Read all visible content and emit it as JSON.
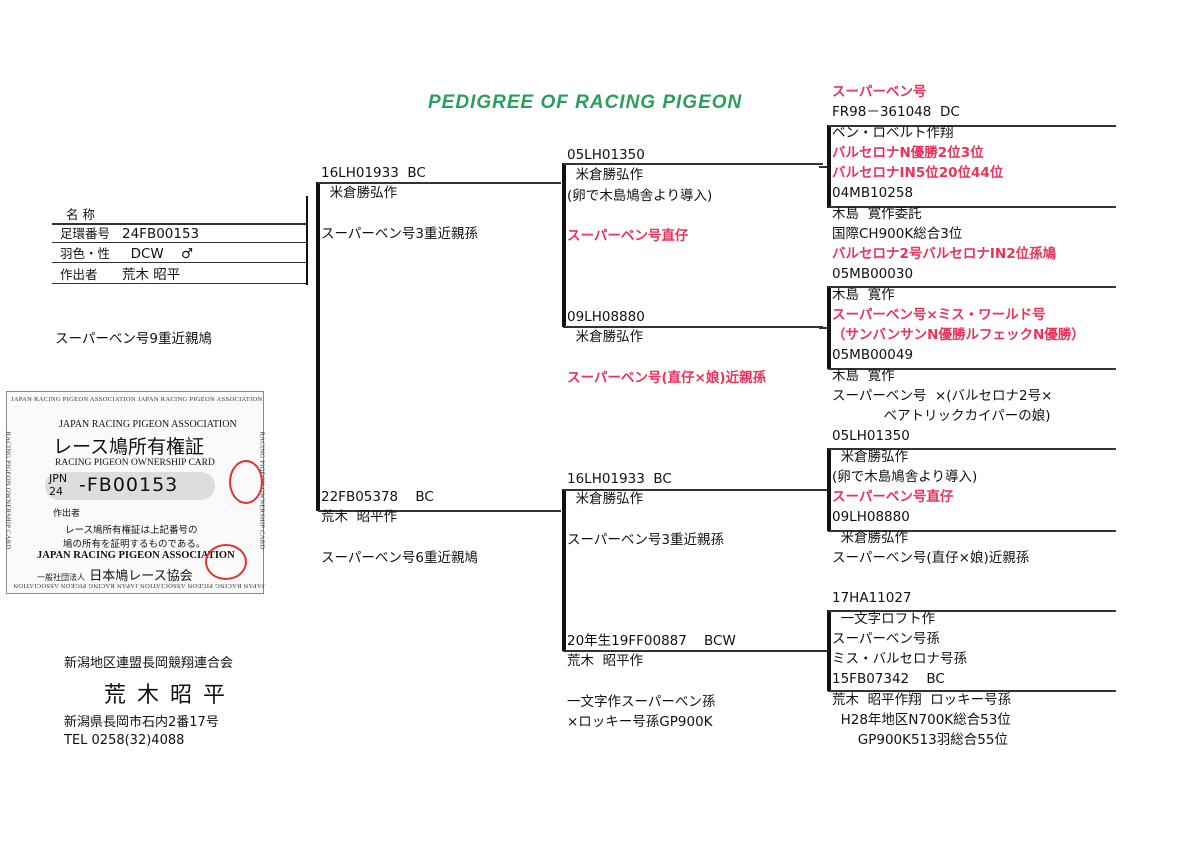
{
  "title": "PEDIGREE OF RACING PIGEON",
  "subject": {
    "name_label": "名 称",
    "ring_label": "足環番号",
    "ring_value": "24FB00153",
    "color_sex_label": "羽色・性",
    "color_value": "DCW",
    "sex_value": "♂",
    "breeder_label": "作出者",
    "breeder_value": "荒木 昭平",
    "note": "スーパーベン号9重近親鳩"
  },
  "card": {
    "edge_top": "JAPAN RACING PIGEON ASSOCIATION JAPAN RACING PIGEON ASSOCIATION",
    "edge_side": "RACING PIGEON OWNERSHIP CARD",
    "assoc_en": "JAPAN RACING PIGEON ASSOCIATION",
    "title_jp": "レース鳩所有権証",
    "title_en": "RACING PIGEON OWNERSHIP CARD",
    "country": "JPN",
    "year": "24",
    "number": "-FB00153",
    "breeder_label": "作出者",
    "statement_1": "レース鳩所有権証は上記番号の",
    "statement_2": "鳩の所有を証明するものである。",
    "footer_en": "JAPAN RACING PIGEON ASSOCIATION",
    "footer_jp_prefix": "一般社団法人",
    "footer_jp": "日本鳩レース協会"
  },
  "owner": {
    "club": "新潟地区連盟長岡競翔連合会",
    "name": "荒 木 昭 平",
    "address": "新潟県長岡市石内2番17号",
    "tel": "TEL 0258(32)4088"
  },
  "gen1": {
    "lines": [
      {
        "t": "16LH01933  BC"
      },
      {
        "t": "  米倉勝弘作"
      },
      {
        "t": ""
      },
      {
        "t": "スーパーベン号3重近親孫"
      },
      {
        "t": ""
      },
      {
        "t": ""
      },
      {
        "t": ""
      },
      {
        "t": ""
      },
      {
        "t": ""
      },
      {
        "t": ""
      },
      {
        "t": ""
      },
      {
        "t": ""
      },
      {
        "t": ""
      },
      {
        "t": ""
      },
      {
        "t": ""
      },
      {
        "t": ""
      },
      {
        "t": "22FB05378    BC"
      },
      {
        "t": "荒木  昭平作"
      },
      {
        "t": ""
      },
      {
        "t": "スーパーベン号6重近親鳩"
      }
    ]
  },
  "gen2": {
    "lines": [
      {
        "t": "05LH01350"
      },
      {
        "t": "  米倉勝弘作"
      },
      {
        "t": "(卵で木島鳩舎より導入)"
      },
      {
        "t": ""
      },
      {
        "t": "スーパーベン号直仔",
        "red": true
      },
      {
        "t": ""
      },
      {
        "t": ""
      },
      {
        "t": ""
      },
      {
        "t": "09LH08880"
      },
      {
        "t": "  米倉勝弘作"
      },
      {
        "t": ""
      },
      {
        "t": "スーパーベン号(直仔×娘)近親孫",
        "red": true
      },
      {
        "t": ""
      },
      {
        "t": ""
      },
      {
        "t": ""
      },
      {
        "t": ""
      },
      {
        "t": "16LH01933  BC"
      },
      {
        "t": "  米倉勝弘作"
      },
      {
        "t": ""
      },
      {
        "t": "スーパーベン号3重近親孫"
      },
      {
        "t": ""
      },
      {
        "t": ""
      },
      {
        "t": ""
      },
      {
        "t": ""
      },
      {
        "t": "20年生19FF00887    BCW"
      },
      {
        "t": "荒木  昭平作"
      },
      {
        "t": ""
      },
      {
        "t": "一文字作スーパーベン孫"
      },
      {
        "t": "×ロッキー号孫GP900K"
      }
    ]
  },
  "gen3": {
    "lines": [
      {
        "t": "スーパーベン号",
        "red": true
      },
      {
        "t": "FR98－361048  DC"
      },
      {
        "t": "ベン・ロベルト作翔"
      },
      {
        "t": "バルセロナN優勝2位3位",
        "red": true
      },
      {
        "t": "バルセロナIN5位20位44位",
        "red": true
      },
      {
        "t": "04MB10258"
      },
      {
        "t": "木島  寛作委託"
      },
      {
        "t": "国際CH900K総合3位"
      },
      {
        "t": "バルセロナ2号バルセロナIN2位孫鳩",
        "red": true
      },
      {
        "t": "05MB00030"
      },
      {
        "t": "木島  寛作"
      },
      {
        "t": "スーパーベン号×ミス・ワールド号",
        "red": true
      },
      {
        "t": "（サンバンサンN優勝ルフェックN優勝）",
        "red": true
      },
      {
        "t": "05MB00049"
      },
      {
        "t": "木島  寛作"
      },
      {
        "t": "スーパーベン号  ×(バルセロナ2号×"
      },
      {
        "t": "            ベアトリックカイパーの娘)"
      },
      {
        "t": "05LH01350"
      },
      {
        "t": "  米倉勝弘作"
      },
      {
        "t": "(卵で木島鳩舎より導入)"
      },
      {
        "t": "スーパーベン号直仔",
        "red": true
      },
      {
        "t": "09LH08880"
      },
      {
        "t": "  米倉勝弘作"
      },
      {
        "t": "スーパーベン号(直仔×娘)近親孫"
      },
      {
        "t": ""
      },
      {
        "t": "17HA11027"
      },
      {
        "t": "  一文字ロフト作"
      },
      {
        "t": "スーパーベン号孫"
      },
      {
        "t": "ミス・バルセロナ号孫"
      },
      {
        "t": "15FB07342    BC"
      },
      {
        "t": "荒木  昭平作翔  ロッキー号孫"
      },
      {
        "t": "  H28年地区N700K総合53位"
      },
      {
        "t": "      GP900K513羽総合55位"
      }
    ]
  }
}
